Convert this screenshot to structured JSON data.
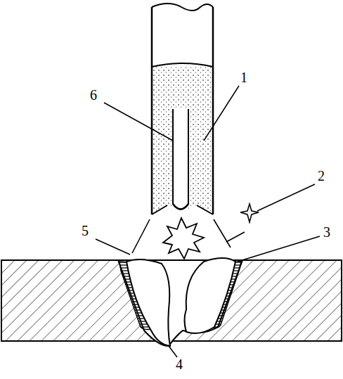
{
  "diagram": {
    "labels": [
      "6",
      "1",
      "2",
      "5",
      "3",
      "4"
    ]
  }
}
